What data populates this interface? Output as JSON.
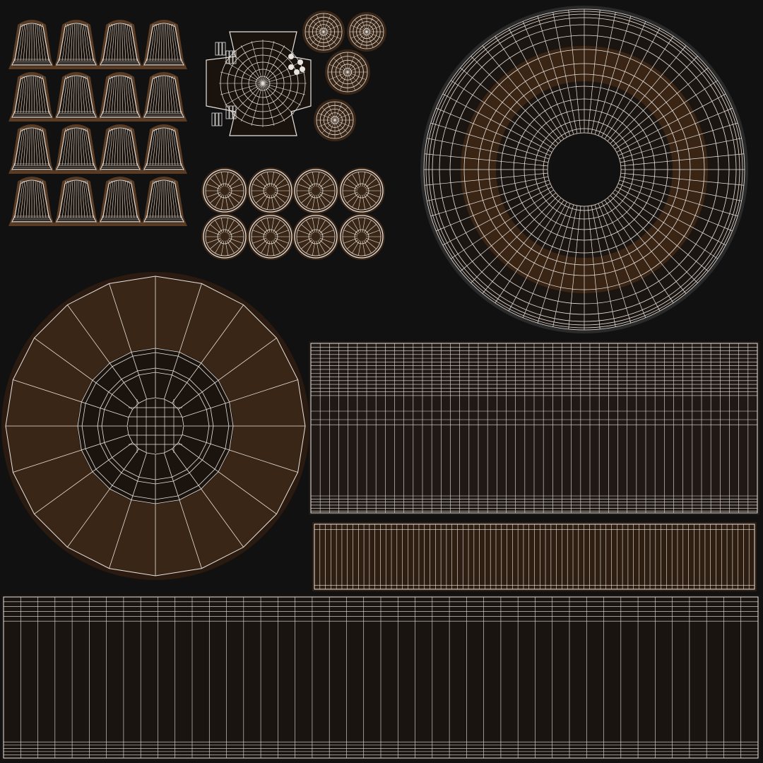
{
  "colors": {
    "background": "#111111",
    "wire": "#e8e4e0",
    "texture": "#3a2616",
    "texture_dark": "#231710"
  },
  "islands": {
    "bells": {
      "rows": 4,
      "cols": 4
    },
    "wheels": {
      "rows": 2,
      "cols": 4
    },
    "ring": {
      "radial_segments": 64,
      "rings": 14
    },
    "disc": {
      "radial_segments": 20
    },
    "strip_top": {
      "cols": 48,
      "rows": 22
    },
    "strip_mid": {
      "cols": 80,
      "rows": 4
    },
    "strip_bottom": {
      "cols": 44,
      "rows": 14
    }
  }
}
